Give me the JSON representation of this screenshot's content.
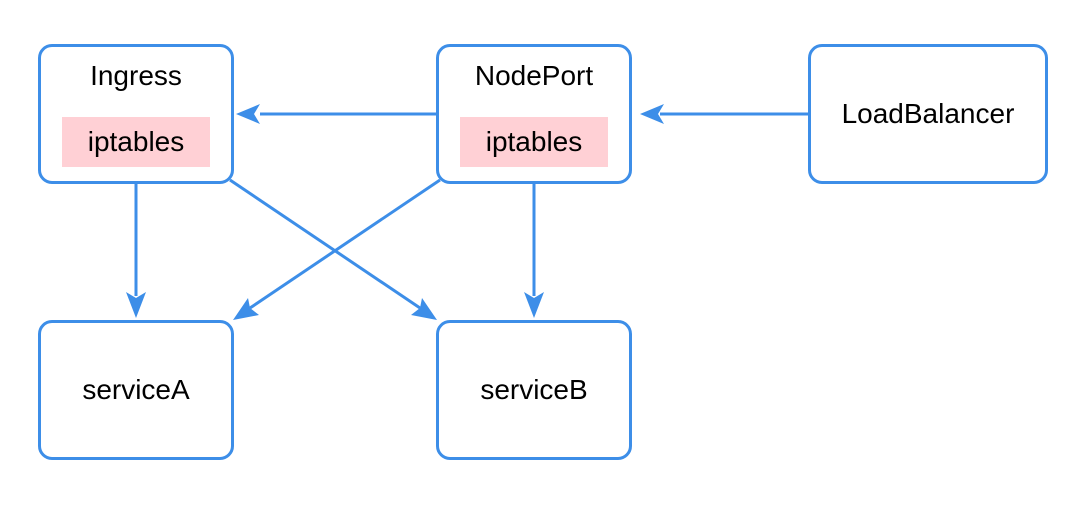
{
  "diagram": {
    "accent_color": "#3d8ee8",
    "tag_color": "#ffd0d5",
    "nodes": {
      "ingress": {
        "label": "Ingress",
        "tag": "iptables"
      },
      "nodeport": {
        "label": "NodePort",
        "tag": "iptables"
      },
      "loadbalancer": {
        "label": "LoadBalancer"
      },
      "serviceA": {
        "label": "serviceA"
      },
      "serviceB": {
        "label": "serviceB"
      }
    },
    "edges": [
      {
        "from": "loadbalancer",
        "to": "nodeport"
      },
      {
        "from": "nodeport",
        "to": "ingress"
      },
      {
        "from": "ingress",
        "to": "serviceA"
      },
      {
        "from": "ingress",
        "to": "serviceB"
      },
      {
        "from": "nodeport",
        "to": "serviceA"
      },
      {
        "from": "nodeport",
        "to": "serviceB"
      }
    ]
  }
}
